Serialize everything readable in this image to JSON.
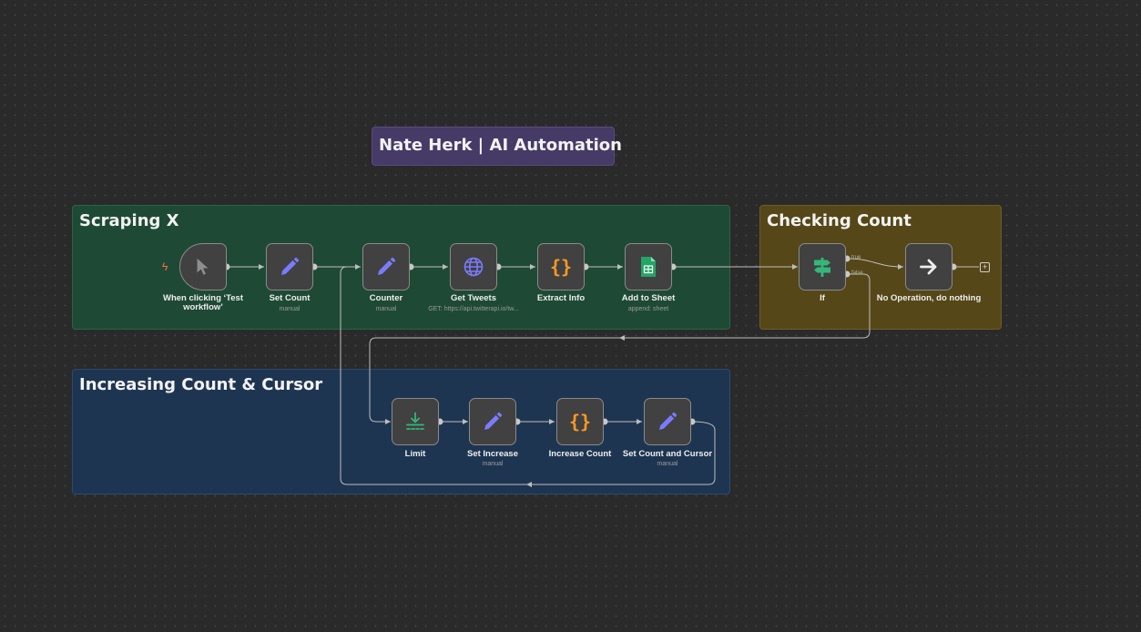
{
  "canvas": {
    "background": "#2a2a2a",
    "dot_color": "#444444"
  },
  "stickies": {
    "title_card": {
      "title": "Nate Herk | AI Automation",
      "color": "#463a66"
    },
    "scraping": {
      "title": "Scraping X",
      "color": "#1e4a35"
    },
    "checking": {
      "title": "Checking Count",
      "color": "#564718"
    },
    "increasing": {
      "title": "Increasing Count & Cursor",
      "color": "#1e3552"
    }
  },
  "nodes": {
    "trigger": {
      "label": "When clicking ‘Test workflow’",
      "icon": "mouse-pointer-icon"
    },
    "set_count": {
      "label": "Set Count",
      "sub": "manual",
      "icon": "pencil-icon"
    },
    "counter": {
      "label": "Counter",
      "sub": "manual",
      "icon": "pencil-icon"
    },
    "get_tweets": {
      "label": "Get Tweets",
      "sub": "GET: https://api.twitterapi.io/tw...",
      "icon": "globe-icon"
    },
    "extract_info": {
      "label": "Extract Info",
      "icon": "code-braces-icon"
    },
    "add_to_sheet": {
      "label": "Add to Sheet",
      "sub": "append: sheet",
      "icon": "google-sheets-icon"
    },
    "if": {
      "label": "If",
      "true_label": "true",
      "false_label": "false",
      "icon": "signpost-icon"
    },
    "noop": {
      "label": "No Operation, do nothing",
      "icon": "arrow-right-icon"
    },
    "limit": {
      "label": "Limit",
      "icon": "limit-icon"
    },
    "set_increase": {
      "label": "Set Increase",
      "sub": "manual",
      "icon": "pencil-icon"
    },
    "increase_count": {
      "label": "Increase Count",
      "icon": "code-braces-icon"
    },
    "set_count_cursor": {
      "label": "Set Count and Cursor",
      "sub": "manual",
      "icon": "pencil-icon"
    }
  },
  "icon_colors": {
    "pencil": "#7b7bff",
    "globe": "#7b7bff",
    "code": "#ff9922",
    "sheets": "#23a566",
    "if": "#35b67a",
    "limit": "#35b67a",
    "trigger_bolt": "#ff6d47"
  }
}
